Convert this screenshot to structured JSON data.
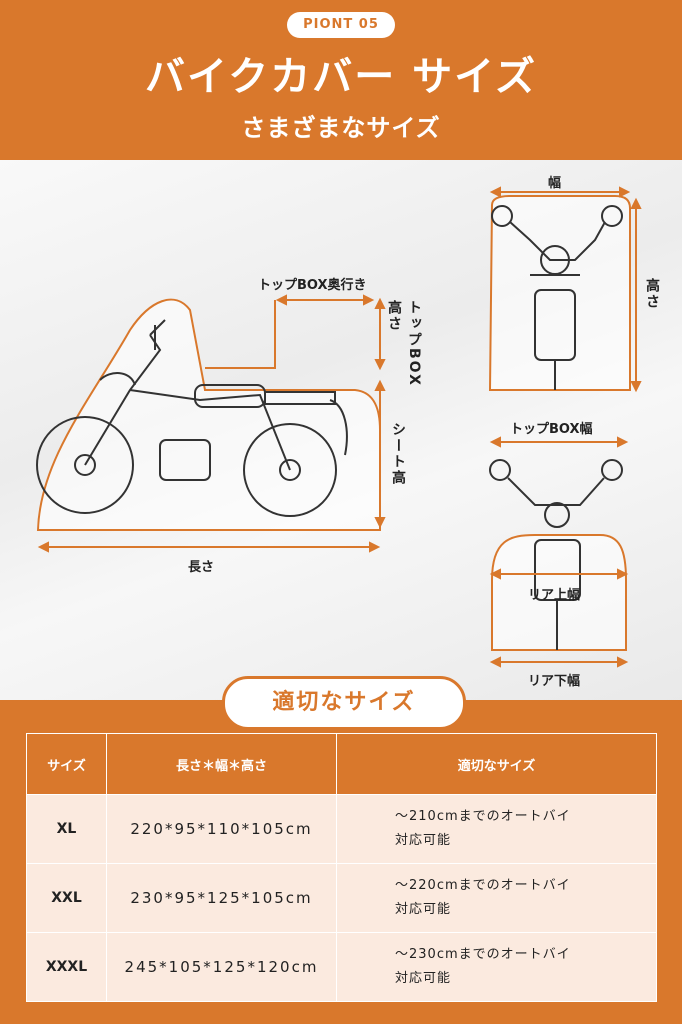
{
  "header": {
    "badge": "PIONT 05",
    "title": "バイクカバー サイズ",
    "subtitle": "さまざまなサイズ"
  },
  "diagram": {
    "labels": {
      "topbox_depth": "トップBOX奥行き",
      "height_short": "高さ",
      "topbox_vertical": "トップBOX",
      "seat_height": "シート高",
      "length": "長さ",
      "width": "幅",
      "height_right": "高さ",
      "topbox_width": "トップBOX幅",
      "rear_top_width": "リア上幅",
      "rear_bottom_width": "リア下幅"
    }
  },
  "section": {
    "title": "適切なサイズ"
  },
  "table": {
    "headers": [
      "サイズ",
      "長さ＊幅＊高さ",
      "適切なサイズ"
    ],
    "rows": [
      {
        "size": "XL",
        "dims": "220*95*110*105cm",
        "fit_line1": "～210cmまでのオートバイ",
        "fit_line2": "対応可能"
      },
      {
        "size": "XXL",
        "dims": "230*95*125*105cm",
        "fit_line1": "～220cmまでのオートバイ",
        "fit_line2": "対応可能"
      },
      {
        "size": "XXXL",
        "dims": "245*105*125*120cm",
        "fit_line1": "～230cmまでのオートバイ",
        "fit_line2": "対応可能"
      }
    ]
  },
  "colors": {
    "accent": "#d9782c",
    "row_bg": "#fbeadf"
  }
}
